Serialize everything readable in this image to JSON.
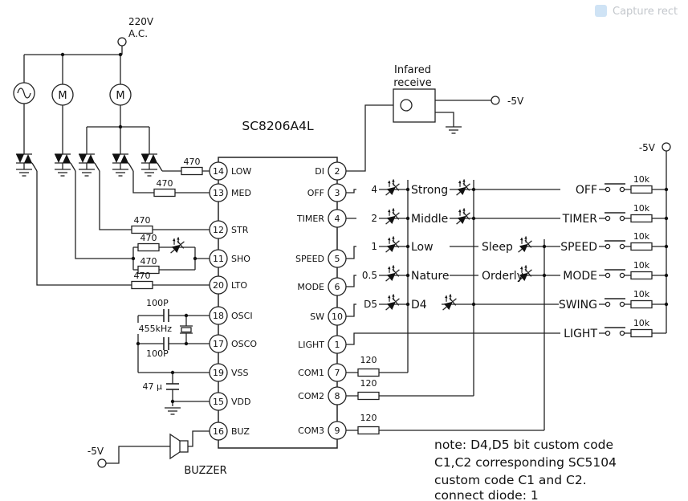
{
  "overlay": {
    "capture_label": "Capture rect"
  },
  "schematic": {
    "ic_title": "SC8206A4L",
    "power": {
      "line1": "220V",
      "line2": "A.C."
    },
    "ir": {
      "line1": "Infared",
      "line2": "receive",
      "supply": "-5V"
    },
    "supplies": {
      "right_rail": "-5V",
      "buzzer_rail": "-5V"
    },
    "labels": {
      "r470": "470",
      "r10k": "10k",
      "r120": "120",
      "c100p": "100P",
      "xtal": "455kHz",
      "c47u": "47 μ",
      "motor": "M",
      "buzzer": "BUZZER"
    },
    "ic": {
      "left_pins": [
        {
          "num": "14",
          "label": "LOW"
        },
        {
          "num": "13",
          "label": "MED"
        },
        {
          "num": "12",
          "label": "STR"
        },
        {
          "num": "11",
          "label": "SHO"
        },
        {
          "num": "20",
          "label": "LTO"
        },
        {
          "num": "18",
          "label": "OSCI"
        },
        {
          "num": "17",
          "label": "OSCO"
        },
        {
          "num": "19",
          "label": "VSS"
        },
        {
          "num": "15",
          "label": "VDD"
        },
        {
          "num": "16",
          "label": "BUZ"
        }
      ],
      "right_pins": [
        {
          "num": "2",
          "label": "DI"
        },
        {
          "num": "3",
          "label": "OFF"
        },
        {
          "num": "4",
          "label": "TIMER"
        },
        {
          "num": "5",
          "label": "SPEED"
        },
        {
          "num": "6",
          "label": "MODE"
        },
        {
          "num": "10",
          "label": "SW"
        },
        {
          "num": "1",
          "label": "LIGHT"
        },
        {
          "num": "7",
          "label": "COM1"
        },
        {
          "num": "8",
          "label": "COM2"
        },
        {
          "num": "9",
          "label": "COM3"
        }
      ]
    },
    "led_matrix": {
      "rows": [
        {
          "value": "4",
          "name": "Strong",
          "name2": ""
        },
        {
          "value": "2",
          "name": "Middle",
          "name2": ""
        },
        {
          "value": "1",
          "name": "Low",
          "name2": "Sleep"
        },
        {
          "value": "0.5",
          "name": "Nature",
          "name2": "Orderly"
        },
        {
          "value": "D5",
          "name": "D4",
          "name2": ""
        }
      ]
    },
    "buttons": [
      {
        "label": "OFF"
      },
      {
        "label": "TIMER"
      },
      {
        "label": "SPEED"
      },
      {
        "label": "MODE"
      },
      {
        "label": "SWING"
      },
      {
        "label": "LIGHT"
      }
    ],
    "note": {
      "line1": "note: D4,D5 bit custom code",
      "line2": "C1,C2 corresponding SC5104",
      "line3": "custom code C1 and C2.",
      "line4": "connect diode: 1"
    }
  }
}
